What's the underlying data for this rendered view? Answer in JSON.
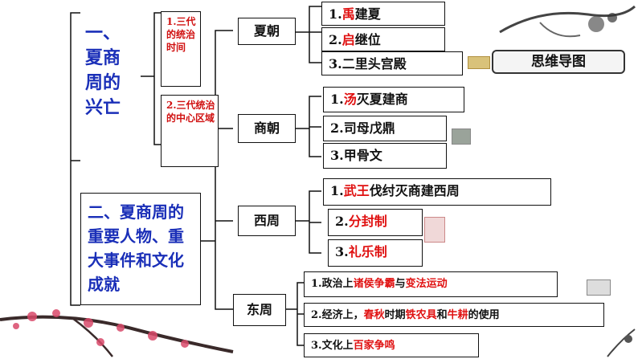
{
  "main": {
    "part1": "一、夏商周的兴亡",
    "part2": "二、夏商周的重要人物、重大事件和文化成就",
    "sub1": "1.三代的统治时间",
    "sub2": "2.三代统治的中心区域"
  },
  "dynasties": [
    "夏朝",
    "商朝",
    "西周",
    "东周"
  ],
  "xia": [
    [
      {
        "t": "1.",
        "c": "black"
      },
      {
        "t": "禹",
        "c": "red"
      },
      {
        "t": "建夏",
        "c": "black"
      }
    ],
    [
      {
        "t": "2.",
        "c": "black"
      },
      {
        "t": "启",
        "c": "red"
      },
      {
        "t": "继位",
        "c": "black"
      }
    ],
    [
      {
        "t": "3.二里头宫殿",
        "c": "black"
      }
    ]
  ],
  "shang": [
    [
      {
        "t": "1.",
        "c": "black"
      },
      {
        "t": "汤",
        "c": "red"
      },
      {
        "t": "灭夏建商",
        "c": "black"
      }
    ],
    [
      {
        "t": "2.司母戊鼎",
        "c": "black"
      }
    ],
    [
      {
        "t": "3.甲骨文",
        "c": "black"
      }
    ]
  ],
  "xizhou": [
    [
      {
        "t": "1.",
        "c": "black"
      },
      {
        "t": "武王",
        "c": "red"
      },
      {
        "t": "伐纣灭商建西周",
        "c": "black"
      }
    ],
    [
      {
        "t": "2.",
        "c": "black"
      },
      {
        "t": "分封制",
        "c": "red"
      }
    ],
    [
      {
        "t": "3.",
        "c": "black"
      },
      {
        "t": "礼乐制",
        "c": "red"
      }
    ]
  ],
  "dongzhou": [
    [
      {
        "t": "1.政治上",
        "c": "black"
      },
      {
        "t": "诸侯争霸",
        "c": "red"
      },
      {
        "t": "与",
        "c": "black"
      },
      {
        "t": "变法运动",
        "c": "red"
      }
    ],
    [
      {
        "t": "2.经济上，",
        "c": "black"
      },
      {
        "t": "春秋",
        "c": "red"
      },
      {
        "t": "时期",
        "c": "black"
      },
      {
        "t": "铁农具",
        "c": "red"
      },
      {
        "t": "和",
        "c": "black"
      },
      {
        "t": "牛耕",
        "c": "red"
      },
      {
        "t": "的使用",
        "c": "black"
      }
    ],
    [
      {
        "t": "3.文化上",
        "c": "black"
      },
      {
        "t": "百家争鸣",
        "c": "red"
      }
    ]
  ],
  "badge": "思维导图",
  "colors": {
    "blue": "#1a2fb8",
    "red": "#e01010"
  }
}
